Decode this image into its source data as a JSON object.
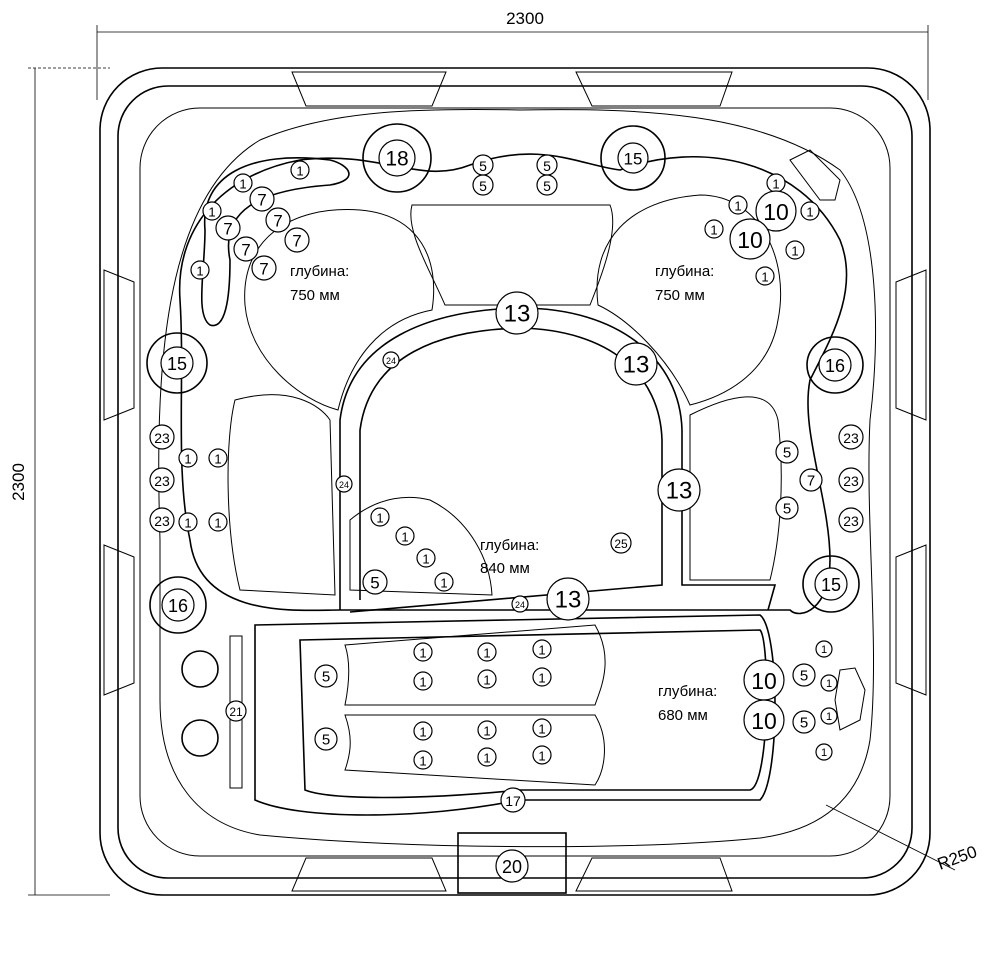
{
  "dimensions": {
    "width": "2300",
    "height": "2300",
    "corner_radius": "R250"
  },
  "depth_labels": [
    {
      "line1": "глубина:",
      "line2": "750 мм"
    },
    {
      "line1": "глубина:",
      "line2": "750 мм"
    },
    {
      "line1": "глубина:",
      "line2": "840 мм"
    },
    {
      "line1": "глубина:",
      "line2": "680 мм"
    }
  ],
  "markers": [
    "18",
    "15",
    "5",
    "5",
    "5",
    "5",
    "1",
    "1",
    "1",
    "1",
    "7",
    "7",
    "7",
    "7",
    "7",
    "7",
    "1",
    "1",
    "1",
    "1",
    "1",
    "1",
    "10",
    "10",
    "13",
    "13",
    "13",
    "13",
    "24",
    "24",
    "24",
    "15",
    "16",
    "23",
    "23",
    "23",
    "1",
    "1",
    "1",
    "1",
    "5",
    "5",
    "7",
    "23",
    "23",
    "23",
    "1",
    "1",
    "1",
    "1",
    "5",
    "25",
    "15",
    "16",
    "5",
    "5",
    "1",
    "1",
    "1",
    "1",
    "1",
    "1",
    "1",
    "1",
    "1",
    "1",
    "1",
    "1",
    "10",
    "10",
    "5",
    "5",
    "1",
    "1",
    "1",
    "1",
    "21",
    "17",
    "20"
  ]
}
